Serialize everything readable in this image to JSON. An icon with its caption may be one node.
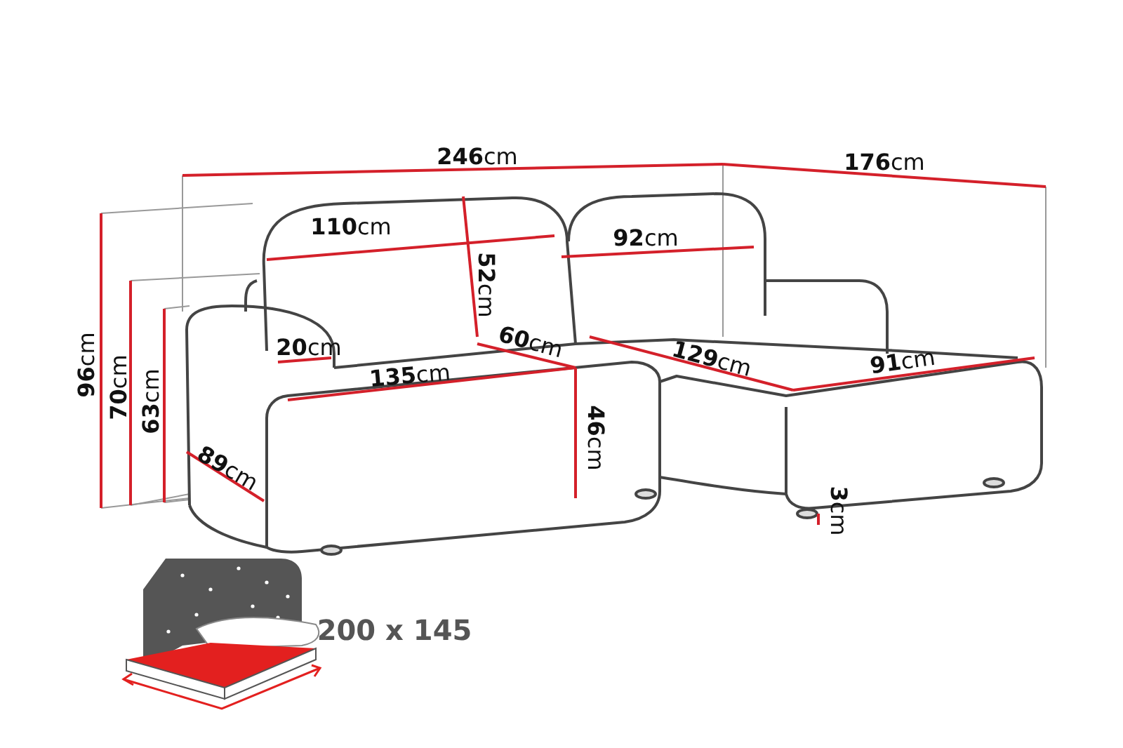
{
  "diagram": {
    "labels": [
      "**246**cm",
      "**176**cm",
      "**110**cm",
      "**92**cm",
      "**52**cm",
      "**96**cm",
      "**20**cm",
      "**60**cm",
      "**129**cm",
      "**91**cm",
      "**70**cm",
      "**63**cm",
      "**135**cm",
      "**46**cm",
      "**89**cm",
      "**3**cm",
      "200 x 145"
    ]
  }
}
